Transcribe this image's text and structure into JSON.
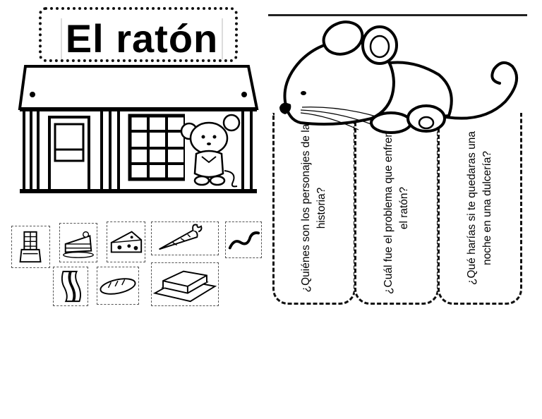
{
  "title": "El ratón",
  "questions": [
    "¿Quiénes son los personajes de la historia?",
    "¿Cuál fue el problema que enfrentó el ratón?",
    "¿Qué harías si te quedaras una noche en una dulcería?"
  ],
  "food_cards": [
    "chocolate-icon",
    "cake-icon",
    "cheese-icon",
    "carrot-icon",
    "licorice-icon",
    "bacon-icon",
    "bread-icon",
    "butter-icon"
  ]
}
